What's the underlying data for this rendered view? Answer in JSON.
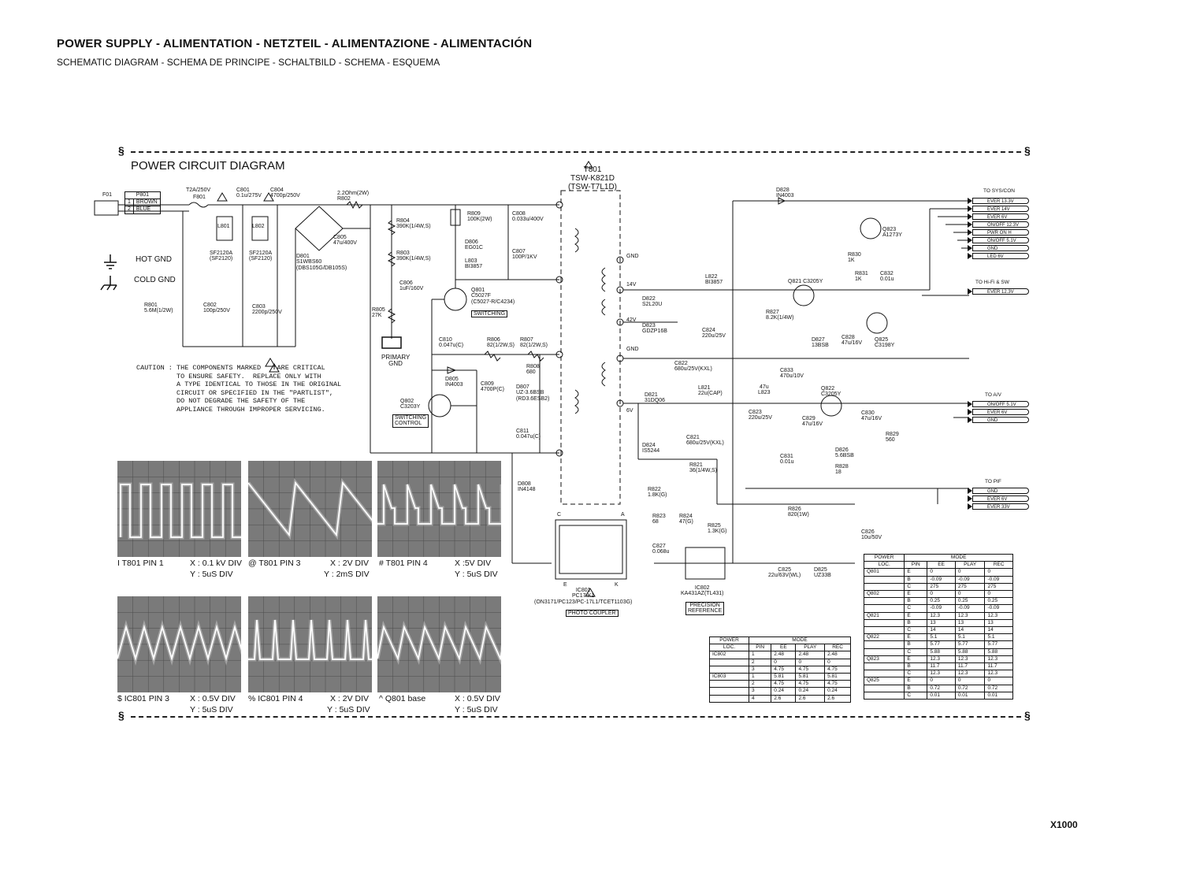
{
  "header": {
    "title": "POWER SUPPLY  -  ALIMENTATION - NETZTEIL - ALIMENTAZIONE -  ALIMENTACIÓN",
    "subtitle": "SCHEMATIC DIAGRAM - SCHEMA DE PRINCIPE - SCHALTBILD - SCHEMA - ESQUEMA"
  },
  "diagram": {
    "title": "POWER CIRCUIT DIAGRAM",
    "transformer": {
      "ref": "T801",
      "part": "TSW-K821D",
      "alt": "(TSW-T7L1D)"
    },
    "gnd_legend": {
      "hot": "HOT GND",
      "cold": "COLD GND",
      "primary": "PRIMARY GND"
    },
    "plug": {
      "ref": "P801",
      "rows": [
        {
          "pin": "1",
          "color": "BROWN"
        },
        {
          "pin": "2",
          "color": "BLUE"
        }
      ]
    },
    "labels": {
      "f01": "F01",
      "fuse": "T2A/250V",
      "fuse_ref": "F801",
      "l801": "L801",
      "l802": "L802",
      "c801": "C801\n0.1u/275V",
      "c804": "C804\n4700p/250V",
      "sf1": "SF2120A\n(SF2120)",
      "sf2": "SF2120A\n(SF2120)",
      "d801": "D801\nS1WBS60\n(DBS105G/DB105S)",
      "r802": "2.2Ohm(2W)\nR802",
      "c805": "C805\n47u/400V",
      "r801": "R801\n5.6M(1/2W)",
      "c802": "C802\n100p/250V",
      "c803": "C803\n2200p/250V",
      "r804": "R804\n390K(1/4W,S)",
      "r803": "R803\n390K(1/4W,S)",
      "r805": "R805\n27K",
      "c806": "C806\n1uF/160V",
      "r809": "R809\n100K(2W)",
      "c808": "C808\n0.033u/400V",
      "d806": "D806\nEG01C",
      "l803": "L803\nBI3857",
      "c807": "C807\n100P/1KV",
      "q801": "Q801\nC5027F\n(C5027-R/C4234)",
      "q801_tag": "SWITCHING",
      "c810": "C810\n0.047u(C)",
      "r806": "R806\n82(1/2W,S)",
      "r807": "R807\n82(1/2W,S)",
      "r808": "R808\n680",
      "d807": "D807\nUZ-3.6BSB\n(RD3.6ESB2)",
      "d805": "D805\nIN4003",
      "c809": "C809\n4700P(C)",
      "q802": "Q802\nC3203Y",
      "q802_tag": "SWITCHING\nCONTROL",
      "c811": "C811\n0.047u(C)",
      "d808": "D808\nIN4148",
      "d828": "D828\nIN4003",
      "pin_gnd1": "GND",
      "pin_14v": "14V",
      "pin_42v": "42V",
      "pin_gnd2": "GND",
      "pin_6v": "6V",
      "d822": "D822\nS2L20U",
      "l822": "L822\nBI3857",
      "d823": "D823\nGDZP16B",
      "c824": "C824\n220u/25V",
      "c822": "C822\n680u/25V(KXL)",
      "r827": "R827\n8.2K(1/4W)",
      "q821": "Q821 C3205Y",
      "d827": "D827\n13BSB",
      "c828": "C828\n47u/16V",
      "q825": "Q825\nC3198Y",
      "r830": "R830\n1K",
      "r831": "R831\n1K",
      "c832": "C832\n0.01u",
      "q823": "Q823\nA1273Y",
      "l823": "47u\nL823",
      "c833": "C833\n470u/10V",
      "d821": "D821\n31DQ06",
      "l821": "L821\n22u(CAP)",
      "c823": "C823\n220u/25V",
      "c821": "C821\n680u/25V(KXL)",
      "c829": "C829\n47u/16V",
      "q822": "Q822\nC3205Y",
      "c830": "C830\n47u/16V",
      "r829": "R829\n560",
      "d824": "D824\nIS5244",
      "r821": "R821\n36(1/4W,S)",
      "c831": "C831\n0.01u",
      "d826": "D826\n5.6BSB",
      "r828": "R828\n18",
      "r822": "R822\n1.8K(G)",
      "r823": "R823\n68",
      "r824": "R824\n47(G)",
      "r825": "R825\n1.3K(G)",
      "c827": "C827\n0.068u",
      "r826": "R826\n820(1W)",
      "c826": "C826\n10u/50V",
      "c825": "C825\n22u/63V(WL)",
      "d825": "D825\nUZ33B",
      "ic801": "IC801\nPC17-K1\n(ON3171/PC123/PC-17L1/TCET1103G)",
      "ic801_tag": "PHOTO COUPLER",
      "ic802": "IC802\nKA431AZ(TL431)",
      "ic802_tag": "PRECISION\nREFERENCE",
      "oc_c": "C",
      "oc_a": "A",
      "oc_e": "E",
      "oc_k": "K"
    },
    "connectors": [
      {
        "title": "TO SYS/CON",
        "lines": [
          "EVER 13.3V",
          "EVER 14V",
          "EVER 6V",
          "ON/OFF 12.3V",
          "PWR ON H",
          "ON/OFF 5.1V",
          "GND",
          "LED 6V"
        ]
      },
      {
        "title": "TO Hi-Fi & SW",
        "lines": [
          "EVER 12.3V"
        ]
      },
      {
        "title": "TO A/V",
        "lines": [
          "ON/OFF 5.1V",
          "EVER 6V",
          "GND"
        ]
      },
      {
        "title": "TO PIF",
        "lines": [
          "GND",
          "EVER 6V",
          "EVER 33V"
        ]
      }
    ],
    "caution": "CAUTION : THE COMPONENTS MARKED    ARE CRITICAL\n          TO ENSURE SAFETY.  REPLACE ONLY WITH\n          A TYPE IDENTICAL TO THOSE IN THE ORIGINAL\n          CIRCUIT OR SPECIFIED IN THE \"PARTLIST\",\n          DO NOT DEGRADE THE SAFETY OF THE\n          APPLIANCE THROUGH IMPROPER SERVICING."
  },
  "waveforms": [
    {
      "label": "I T801 PIN 1",
      "x_div": "X : 0.1 kV DIV",
      "y_div": "Y : 5uS DIV",
      "shape": "square"
    },
    {
      "label": "@ T801 PIN 3",
      "x_div": "X : 2V DIV",
      "y_div": "Y : 2mS DIV",
      "shape": "saw"
    },
    {
      "label": "# T801 PIN 4",
      "x_div": "X :5V DIV",
      "y_div": "Y : 5uS DIV",
      "shape": "pulse"
    },
    {
      "label": "$ IC801 PIN 3",
      "x_div": "X : 0.5V DIV",
      "y_div": "Y : 5uS DIV",
      "shape": "tri"
    },
    {
      "label": "% IC801 PIN 4",
      "x_div": "X : 2V DIV",
      "y_div": "Y : 5uS DIV",
      "shape": "spike"
    },
    {
      "label": "^ Q801 base",
      "x_div": "X : 0.5V DIV",
      "y_div": "Y : 5uS DIV",
      "shape": "trimix"
    }
  ],
  "voltage_tables": {
    "headers": {
      "power": "POWER",
      "mode": "MODE",
      "loc": "LOC.",
      "pin": "PIN",
      "ee": "EE",
      "play": "PLAY",
      "rec": "REC"
    },
    "ic_table": [
      {
        "loc": "IC802",
        "pin": "1",
        "ee": "2.48",
        "play": "2.48",
        "rec": "2.48"
      },
      {
        "loc": "",
        "pin": "2",
        "ee": "0",
        "play": "0",
        "rec": "0"
      },
      {
        "loc": "",
        "pin": "3",
        "ee": "4.75",
        "play": "4.75",
        "rec": "4.75"
      },
      {
        "loc": "IC803",
        "pin": "1",
        "ee": "5.81",
        "play": "5.81",
        "rec": "5.81"
      },
      {
        "loc": "",
        "pin": "2",
        "ee": "4.75",
        "play": "4.75",
        "rec": "4.75"
      },
      {
        "loc": "",
        "pin": "3",
        "ee": "0.24",
        "play": "0.24",
        "rec": "0.24"
      },
      {
        "loc": "",
        "pin": "4",
        "ee": "2.6",
        "play": "2.6",
        "rec": "2.6"
      }
    ],
    "q_table": [
      {
        "loc": "Q801",
        "pin": "E",
        "ee": "0",
        "play": "0",
        "rec": "0"
      },
      {
        "loc": "",
        "pin": "B",
        "ee": "-0.09",
        "play": "-0.09",
        "rec": "-0.09"
      },
      {
        "loc": "",
        "pin": "C",
        "ee": "275",
        "play": "275",
        "rec": "275"
      },
      {
        "loc": "Q802",
        "pin": "E",
        "ee": "0",
        "play": "0",
        "rec": "0"
      },
      {
        "loc": "",
        "pin": "B",
        "ee": "0.25",
        "play": "0.25",
        "rec": "0.25"
      },
      {
        "loc": "",
        "pin": "C",
        "ee": "-0.09",
        "play": "-0.09",
        "rec": "-0.09"
      },
      {
        "loc": "Q821",
        "pin": "E",
        "ee": "12.3",
        "play": "12.3",
        "rec": "12.3"
      },
      {
        "loc": "",
        "pin": "B",
        "ee": "13",
        "play": "13",
        "rec": "13"
      },
      {
        "loc": "",
        "pin": "C",
        "ee": "14",
        "play": "14",
        "rec": "14"
      },
      {
        "loc": "Q822",
        "pin": "E",
        "ee": "5.1",
        "play": "5.1",
        "rec": "5.1"
      },
      {
        "loc": "",
        "pin": "B",
        "ee": "5.77",
        "play": "5.77",
        "rec": "5.77"
      },
      {
        "loc": "",
        "pin": "C",
        "ee": "5.88",
        "play": "5.88",
        "rec": "5.88"
      },
      {
        "loc": "Q823",
        "pin": "E",
        "ee": "12.3",
        "play": "12.3",
        "rec": "12.3"
      },
      {
        "loc": "",
        "pin": "B",
        "ee": "11.7",
        "play": "11.7",
        "rec": "11.7"
      },
      {
        "loc": "",
        "pin": "C",
        "ee": "12.3",
        "play": "12.3",
        "rec": "12.3"
      },
      {
        "loc": "Q825",
        "pin": "E",
        "ee": "0",
        "play": "0",
        "rec": "0"
      },
      {
        "loc": "",
        "pin": "B",
        "ee": "0.72",
        "play": "0.72",
        "rec": "0.72"
      },
      {
        "loc": "",
        "pin": "C",
        "ee": "0.01",
        "play": "0.01",
        "rec": "0.01"
      }
    ]
  },
  "footer": {
    "model": "X1000"
  }
}
